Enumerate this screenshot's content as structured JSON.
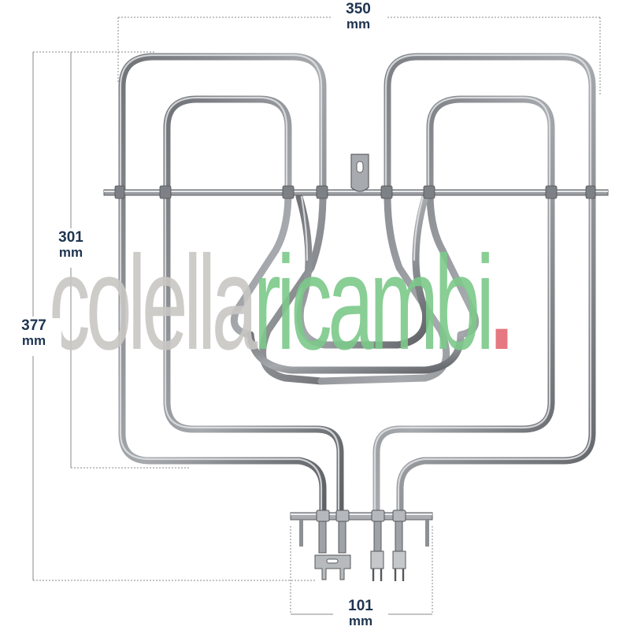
{
  "dimensions": {
    "width": {
      "value": "350",
      "unit": "mm"
    },
    "inner_height": {
      "value": "301",
      "unit": "mm"
    },
    "total_height": {
      "value": "377",
      "unit": "mm"
    },
    "bracket": {
      "value": "101",
      "unit": "mm"
    }
  },
  "watermark": {
    "part1": "colella",
    "part2": "ricambi",
    "dot": "."
  },
  "colors": {
    "dimension_text": "#1f3450",
    "dimension_line": "#8a8a8a",
    "element_metal": "#8c8f93",
    "element_highlight": "#e2e4e7",
    "watermark_grey": "#c9c7c4",
    "watermark_green": "#7cc98a",
    "watermark_red": "#e36a73"
  },
  "icons": {
    "product": "oven-grill-heating-element"
  }
}
